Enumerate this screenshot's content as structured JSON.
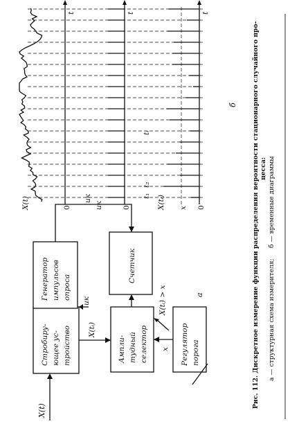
{
  "caption": {
    "line1": "Рис. 112. Дискретное измерение функции распределения вероятности стационарного случайного про-",
    "line2": "цесса:",
    "line3a": "а — структурная схема измерителя;",
    "line3b": "б — временные диаграммы"
  },
  "diagram_a": {
    "tag": "а",
    "input_label": "X(t)",
    "blocks": {
      "generator": [
        "Генератор",
        "импульсов",
        "опроса"
      ],
      "sampler": [
        "Стробиру-",
        "ющее ус-",
        "тройство"
      ],
      "amplitude_selector": [
        "Ампли-",
        "тудный",
        "селектор"
      ],
      "threshold_regulator": [
        "Регулятор",
        "порога"
      ],
      "counter": [
        "Счетчик"
      ]
    },
    "wire_labels": {
      "uk_to_sampler": "uк",
      "xti_sampler_to_selector": "X(tᵢ)",
      "x_threshold": "x",
      "xti_gt_x": "X(tᵢ) > x",
      "uk_to_counter": "uк"
    }
  },
  "diagram_b": {
    "tag": "б",
    "panel1": {
      "ylabel": "X(t)",
      "zero": "0",
      "t": "t"
    },
    "panel2": {
      "ylabel": "uк",
      "zero": "0",
      "t": "t",
      "t1": "t₁",
      "t2": "t₂",
      "ti": "tᵢ"
    },
    "panel3": {
      "ylabel": "X(tᵢ)",
      "zero": "0",
      "t": "t",
      "x": "x"
    }
  }
}
